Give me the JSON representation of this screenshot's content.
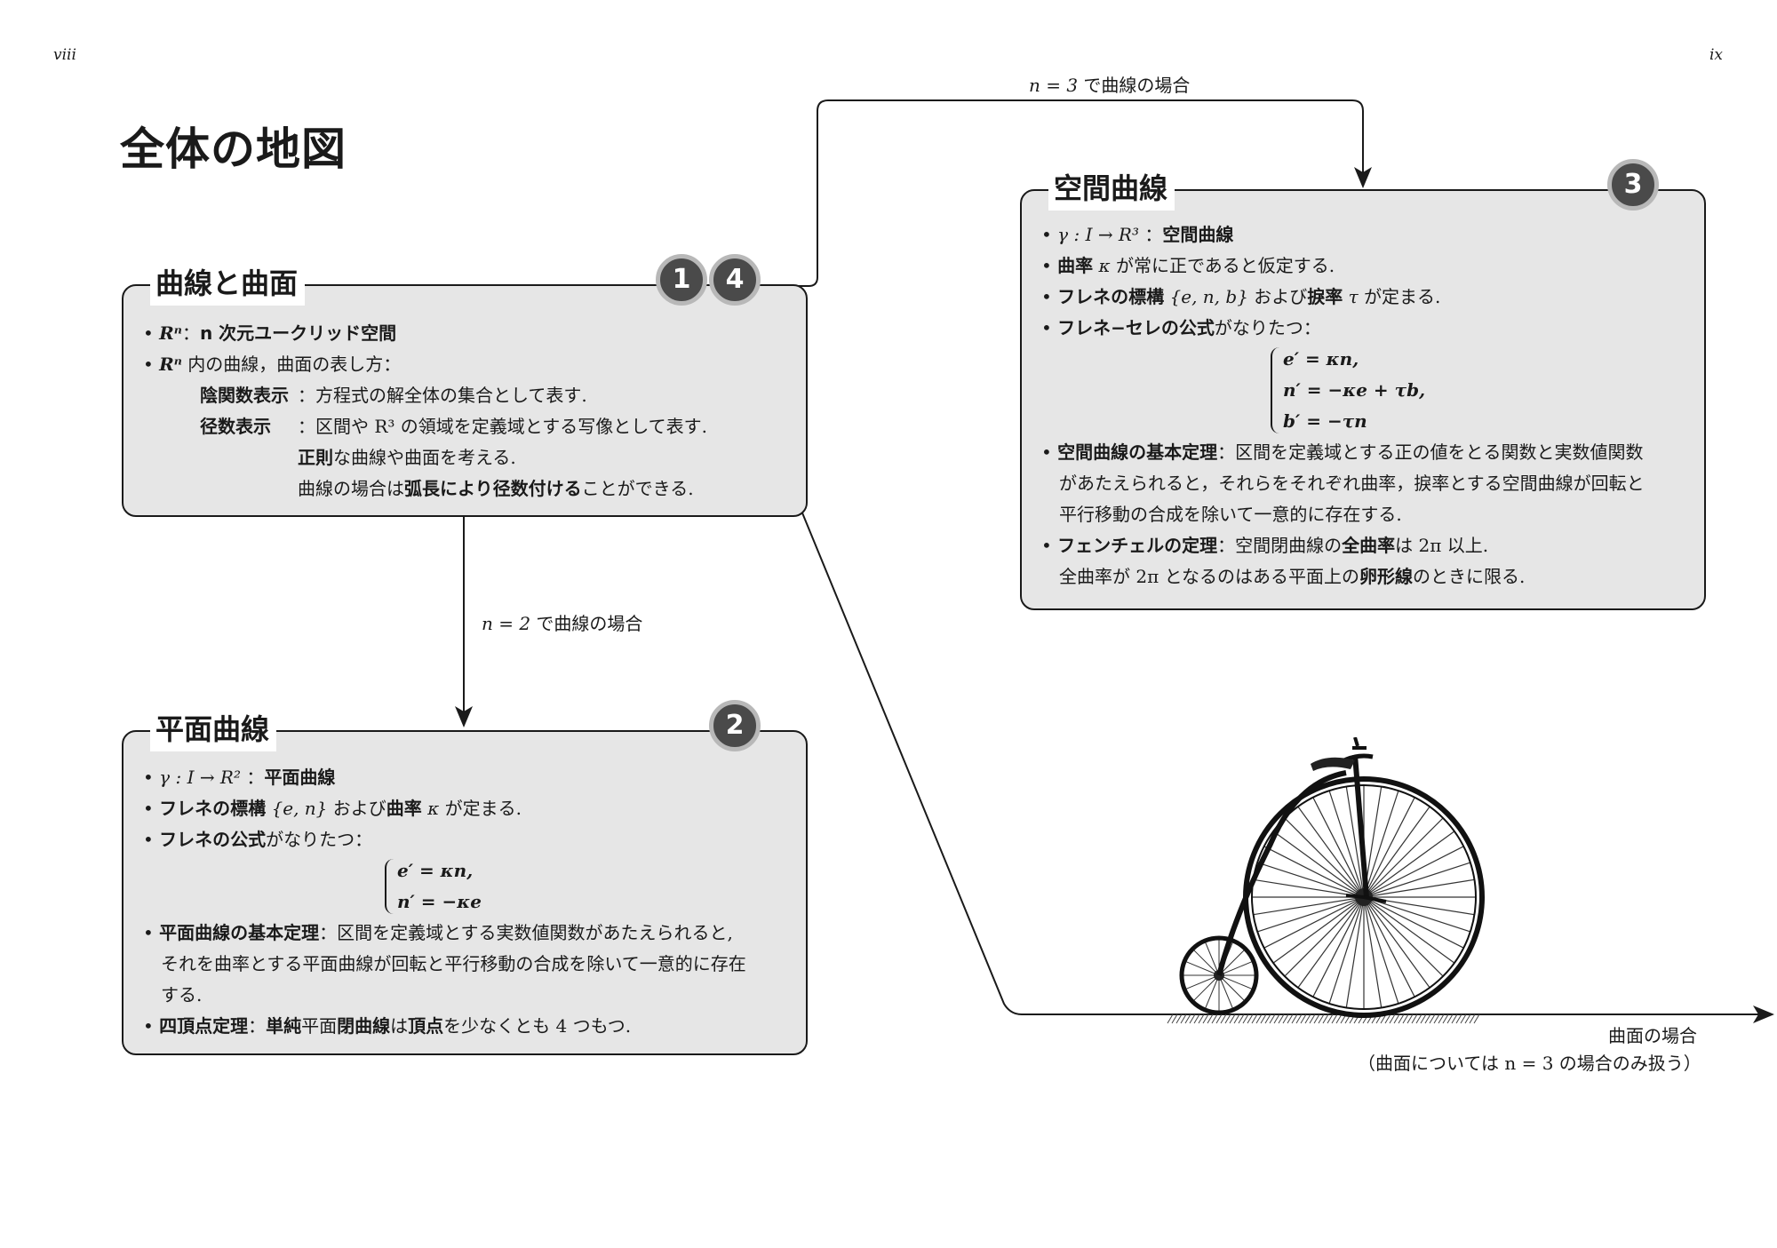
{
  "page": {
    "left_number": "viii",
    "right_number": "ix",
    "title": "全体の地図"
  },
  "edges": {
    "n3_curve": {
      "math": "n = 3",
      "text": " で曲線の場合"
    },
    "n2_curve": {
      "math": "n = 2",
      "text": " で曲線の場合"
    },
    "surface": {
      "line1": "曲面の場合",
      "line2": "（曲面については n = 3 の場合のみ扱う）"
    }
  },
  "curves_surfaces": {
    "title": "曲線と曲面",
    "badges": [
      "1",
      "4"
    ],
    "items": [
      {
        "bullet": true,
        "math": "Rⁿ",
        "sep": "：",
        "bold": "n 次元ユークリッド空間",
        "text": ""
      },
      {
        "bullet": true,
        "math": "Rⁿ",
        "sep": "",
        "bold": "",
        "text": " 内の曲線，曲面の表し方："
      }
    ],
    "implicit_label": "陰関数表示",
    "implicit_text": "：方程式の解全体の集合として表す.",
    "param_label": "径数表示",
    "param_text": "：区間や R³ の領域を定義域とする写像として表す.",
    "regular_bold": "正則",
    "regular_text": "な曲線や曲面を考える.",
    "arclen_pre": "曲線の場合は",
    "arclen_bold": "弧長により径数付ける",
    "arclen_post": "ことができる."
  },
  "plane_curves": {
    "title": "平面曲線",
    "badge": "2",
    "l1_math": "γ : I → R²",
    "l1_sep": " ：",
    "l1_bold": "平面曲線",
    "l2_bold1": "フレネの標構",
    "l2_math1": " {e, n} ",
    "l2_text1": "および",
    "l2_bold2": "曲率",
    "l2_math2": " κ ",
    "l2_text2": "が定まる.",
    "l3_bold": "フレネの公式",
    "l3_text": "がなりたつ：",
    "eqs": [
      "e′ = κn,",
      "n′ = −κe"
    ],
    "l4_bold": "平面曲線の基本定理",
    "l4_text": "：区間を定義域とする実数値関数があたえられると,",
    "l5_text": "それを曲率とする平面曲線が回転と平行移動の合成を除いて一意的に存在",
    "l6_text": "する.",
    "l7_bold1": "四頂点定理",
    "l7_sep": "：",
    "l7_bold2": "単純",
    "l7_t1": "平面",
    "l7_bold3": "閉曲線",
    "l7_t2": "は",
    "l7_bold4": "頂点",
    "l7_t3": "を少なくとも 4 つもつ."
  },
  "space_curves": {
    "title": "空間曲線",
    "badge": "3",
    "l1_math": "γ : I → R³",
    "l1_sep": " ：",
    "l1_bold": "空間曲線",
    "l2_bold": "曲率",
    "l2_math": " κ ",
    "l2_text": "が常に正であると仮定する.",
    "l3_bold1": "フレネの標構",
    "l3_math1": " {e, n, b} ",
    "l3_text1": "および",
    "l3_bold2": "捩率",
    "l3_math2": " τ ",
    "l3_text2": "が定まる.",
    "l4_bold": "フレネ−セレの公式",
    "l4_text": "がなりたつ：",
    "eqs": [
      "e′ = κn,",
      "n′ = −κe + τb,",
      "b′ = −τn"
    ],
    "l5_bold": "空間曲線の基本定理",
    "l5_text": "：区間を定義域とする正の値をとる関数と実数値関数",
    "l6_text": "があたえられると，それらをそれぞれ曲率，捩率とする空間曲線が回転と",
    "l7_text": "平行移動の合成を除いて一意的に存在する.",
    "l8_bold1": "フェンチェルの定理",
    "l8_t1": "：空間閉曲線の",
    "l8_bold2": "全曲率",
    "l8_t2": "は 2π 以上.",
    "l9_t1": "全曲率が 2π となるのはある平面上の",
    "l9_bold": "卵形線",
    "l9_t2": "のときに限る."
  },
  "illustration": {
    "icon": "penny-farthing-bicycle-icon"
  }
}
